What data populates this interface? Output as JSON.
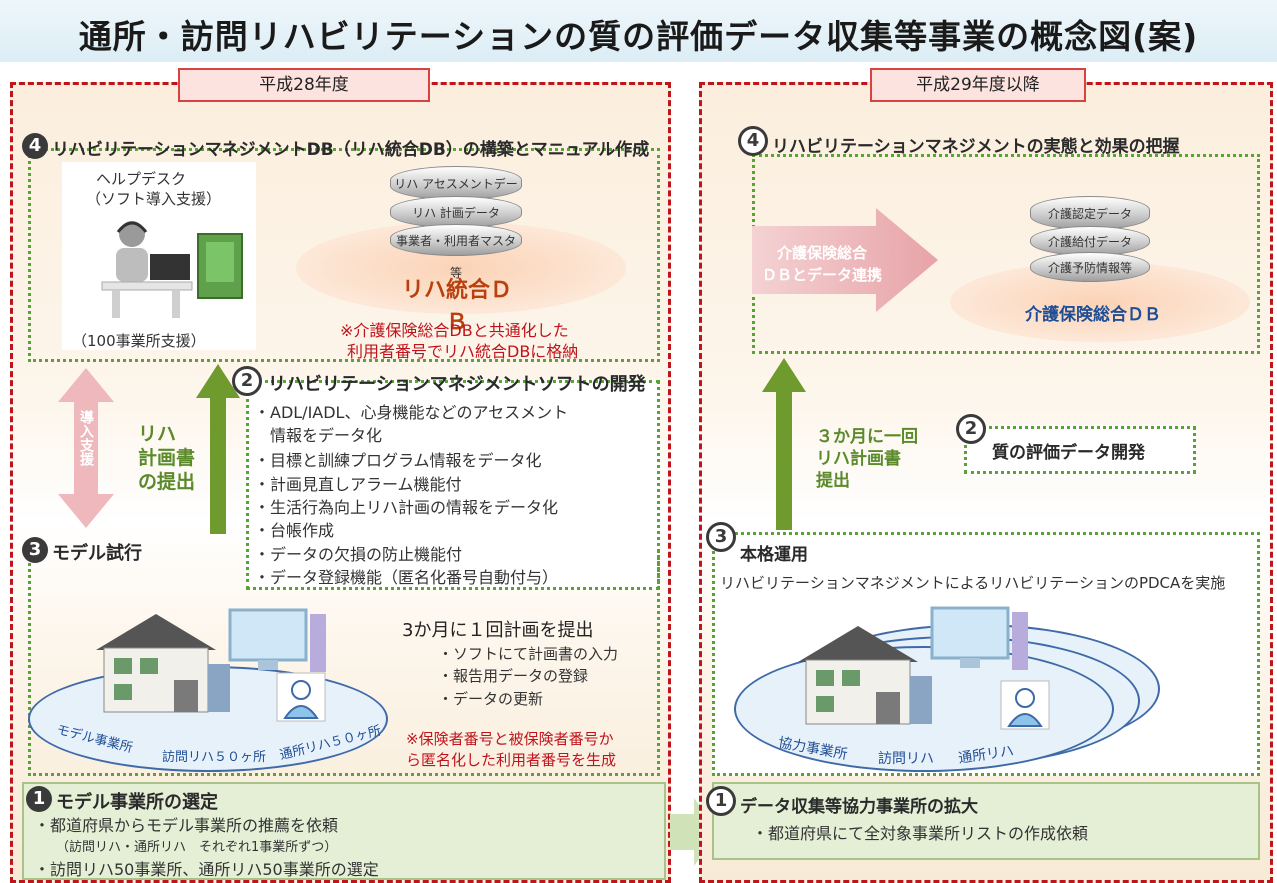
{
  "title": "通所・訪問リハビリテーションの質の評価データ収集等事業の概念図(案)",
  "left": {
    "period_label": "平成28年度",
    "step4": {
      "num": "4",
      "heading": "リハビリテーションマネジメントDB（リハ統合DB）の構築とマニュアル作成",
      "helpdesk_line1": "ヘルプデスク",
      "helpdesk_line2": "（ソフト導入支援）",
      "support_note": "（100事業所支援）",
      "db_layers": [
        "リハ アセスメントデータ",
        "リハ 計画データ",
        "事業者・利用者マスタ 等"
      ],
      "db_name": "リハ統合ＤＢ",
      "note_line1": "※介護保険総合DBと共通化した",
      "note_line2": "利用者番号でリハ統合DBに格納"
    },
    "intro_support": "導入支援",
    "plan_submit": [
      "リハ",
      "計画書",
      "の提出"
    ],
    "step2": {
      "num": "2",
      "heading": "リハビリテーションマネジメントソフトの開発",
      "items": [
        "・ADL/IADL、心身機能などのアセスメント",
        "　情報をデータ化",
        "・目標と訓練プログラム情報をデータ化",
        "・計画見直しアラーム機能付",
        "・生活行為向上リハ計画の情報をデータ化",
        "・台帳作成",
        "・データの欠損の防止機能付",
        "・データ登録機能（匿名化番号自動付与）"
      ]
    },
    "step3": {
      "num": "3",
      "heading": "モデル試行",
      "plan_title": "3か月に１回計画を提出",
      "plan_items": [
        "・ソフトにて計画書の入力",
        "・報告用データの登録",
        "・データの更新"
      ],
      "note_line1": "※保険者番号と被保険者番号か",
      "note_line2": "ら匿名化した利用者番号を生成",
      "ellipse_labels": [
        "モデル事業所",
        "訪問リハ５０ヶ所",
        "通所リハ５０ヶ所"
      ]
    },
    "step1": {
      "num": "1",
      "heading": "モデル事業所の選定",
      "line1": "・都道府県からモデル事業所の推薦を依頼",
      "line2": "（訪問リハ・通所リハ　それぞれ1事業所ずつ）",
      "line3": "・訪問リハ50事業所、通所リハ50事業所の選定"
    }
  },
  "right": {
    "period_label": "平成29年度以降",
    "step4": {
      "num": "4",
      "heading": "リハビリテーションマネジメントの実態と効果の把握",
      "arrow_line1": "介護保険総合",
      "arrow_line2": "ＤＢとデータ連携",
      "db_layers": [
        "介護認定データ",
        "介護給付データ",
        "介護予防情報等"
      ],
      "db_name": "介護保険総合ＤＢ"
    },
    "plan_submit": [
      "３か月に一回",
      "リハ計画書",
      "提出"
    ],
    "step2": {
      "num": "2",
      "heading": "質の評価データ開発"
    },
    "step3": {
      "num": "3",
      "heading": "本格運用",
      "desc": "リハビリテーションマネジメントによるリハビリテーションのPDCAを実施",
      "ellipse_labels": [
        "協力事業所",
        "訪問リハ",
        "通所リハ"
      ]
    },
    "step1": {
      "num": "1",
      "heading": "データ収集等協力事業所の拡大",
      "line1": "・都道府県にて全対象事業所リストの作成依頼"
    }
  },
  "colors": {
    "dashed_border": "#c0141c",
    "dotted_green": "#5aa13a",
    "arrow_green": "#6f9a2e",
    "arrow_pink": "#e7a3a8"
  }
}
